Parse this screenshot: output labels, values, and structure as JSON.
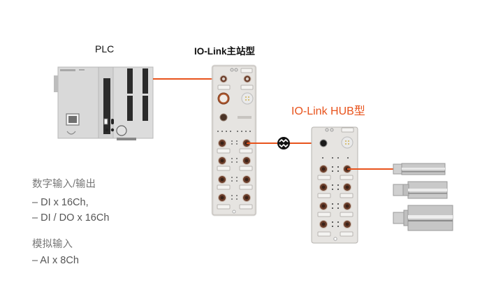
{
  "labels": {
    "plc": "PLC",
    "master": "IO-Link主站型",
    "hub": "IO-Link HUB型"
  },
  "colors": {
    "link_line": "#e8531c",
    "accent_text": "#e8531c",
    "module_body": "#e3e1de",
    "module_border": "#b9b6b2",
    "connector": "#6b3d2a",
    "plc_body": "#d4d4d4",
    "terminal": "#2b2b2b"
  },
  "icons": {
    "converter": "ac-dc-converter-icon"
  },
  "specs": {
    "digital": {
      "heading": "数字输入/输出",
      "items": [
        "– DI x 16Ch,",
        "– DI / DO x 16Ch"
      ]
    },
    "analog": {
      "heading": "模拟输入",
      "items": [
        "– AI x 8Ch"
      ]
    }
  }
}
